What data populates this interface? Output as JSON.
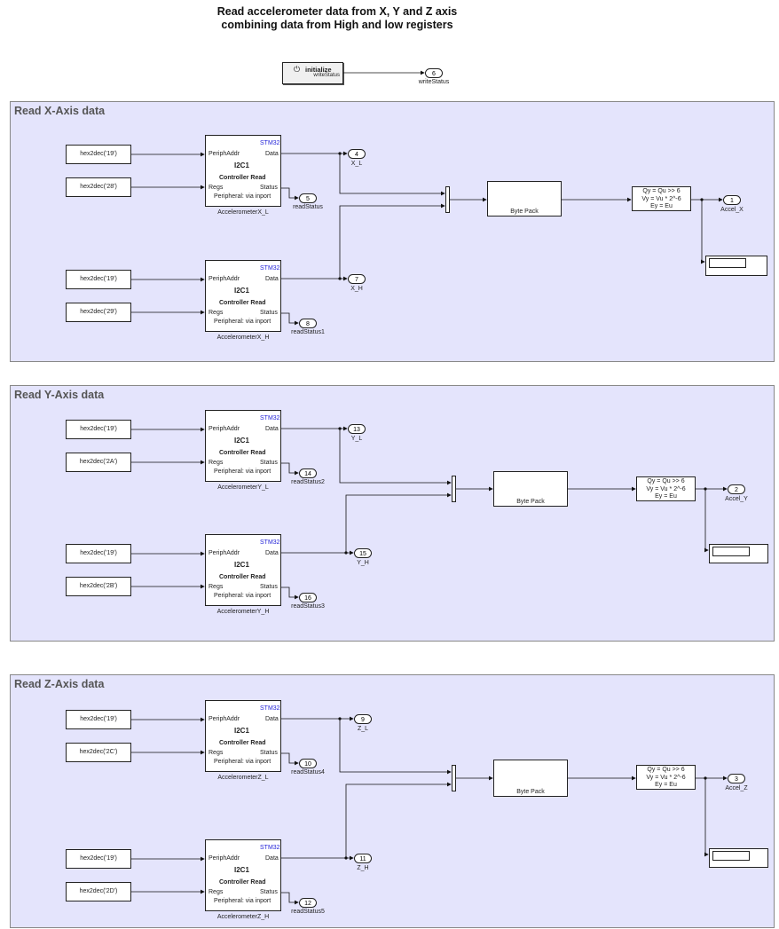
{
  "title_lines": [
    "Read accelerometer data from X, Y and Z axis",
    "combining data from High and low registers"
  ],
  "init_block": {
    "label": "initialize",
    "port": "writeStatus",
    "icon": "power-icon",
    "outport": {
      "num": "6",
      "name": "writeStatus"
    }
  },
  "common": {
    "vendor": "STM32",
    "peripheral": "I2C1",
    "mode": "Controller Read",
    "in1": "PeriphAddr",
    "in2": "Regs",
    "out1": "Data",
    "out2": "Status",
    "via": "Peripheral: via inport",
    "bytepack": "Byte Pack",
    "conv": [
      "Qy = Qu >> 6",
      "Vy = Vu * 2^-6",
      "Ey = Eu"
    ]
  },
  "colors": {
    "area": "#e4e4fc",
    "vendor": "#2323d8"
  },
  "sections": [
    {
      "title": "Read X-Axis data",
      "const1a": "hex2dec('19')",
      "const1b": "hex2dec('28')",
      "const2a": "hex2dec('19')",
      "const2b": "hex2dec('29')",
      "block1": "AccelerometerX_L",
      "block2": "AccelerometerX_H",
      "data1": {
        "num": "4",
        "name": "X_L"
      },
      "status1": {
        "num": "5",
        "name": "readStatus"
      },
      "data2": {
        "num": "7",
        "name": "X_H"
      },
      "status2": {
        "num": "8",
        "name": "readStatus1"
      },
      "out": {
        "num": "1",
        "name": "Accel_X"
      }
    },
    {
      "title": "Read Y-Axis data",
      "const1a": "hex2dec('19')",
      "const1b": "hex2dec('2A')",
      "const2a": "hex2dec('19')",
      "const2b": "hex2dec('2B')",
      "block1": "AccelerometerY_L",
      "block2": "AccelerometerY_H",
      "data1": {
        "num": "13",
        "name": "Y_L"
      },
      "status1": {
        "num": "14",
        "name": "readStatus2"
      },
      "data2": {
        "num": "15",
        "name": "Y_H"
      },
      "status2": {
        "num": "16",
        "name": "readStatus3"
      },
      "out": {
        "num": "2",
        "name": "Accel_Y"
      }
    },
    {
      "title": "Read Z-Axis data",
      "const1a": "hex2dec('19')",
      "const1b": "hex2dec('2C')",
      "const2a": "hex2dec('19')",
      "const2b": "hex2dec('2D')",
      "block1": "AccelerometerZ_L",
      "block2": "AccelerometerZ_H",
      "data1": {
        "num": "9",
        "name": "Z_L"
      },
      "status1": {
        "num": "10",
        "name": "readStatus4"
      },
      "data2": {
        "num": "11",
        "name": "Z_H"
      },
      "status2": {
        "num": "12",
        "name": "readStatus5"
      },
      "out": {
        "num": "3",
        "name": "Accel_Z"
      }
    }
  ]
}
